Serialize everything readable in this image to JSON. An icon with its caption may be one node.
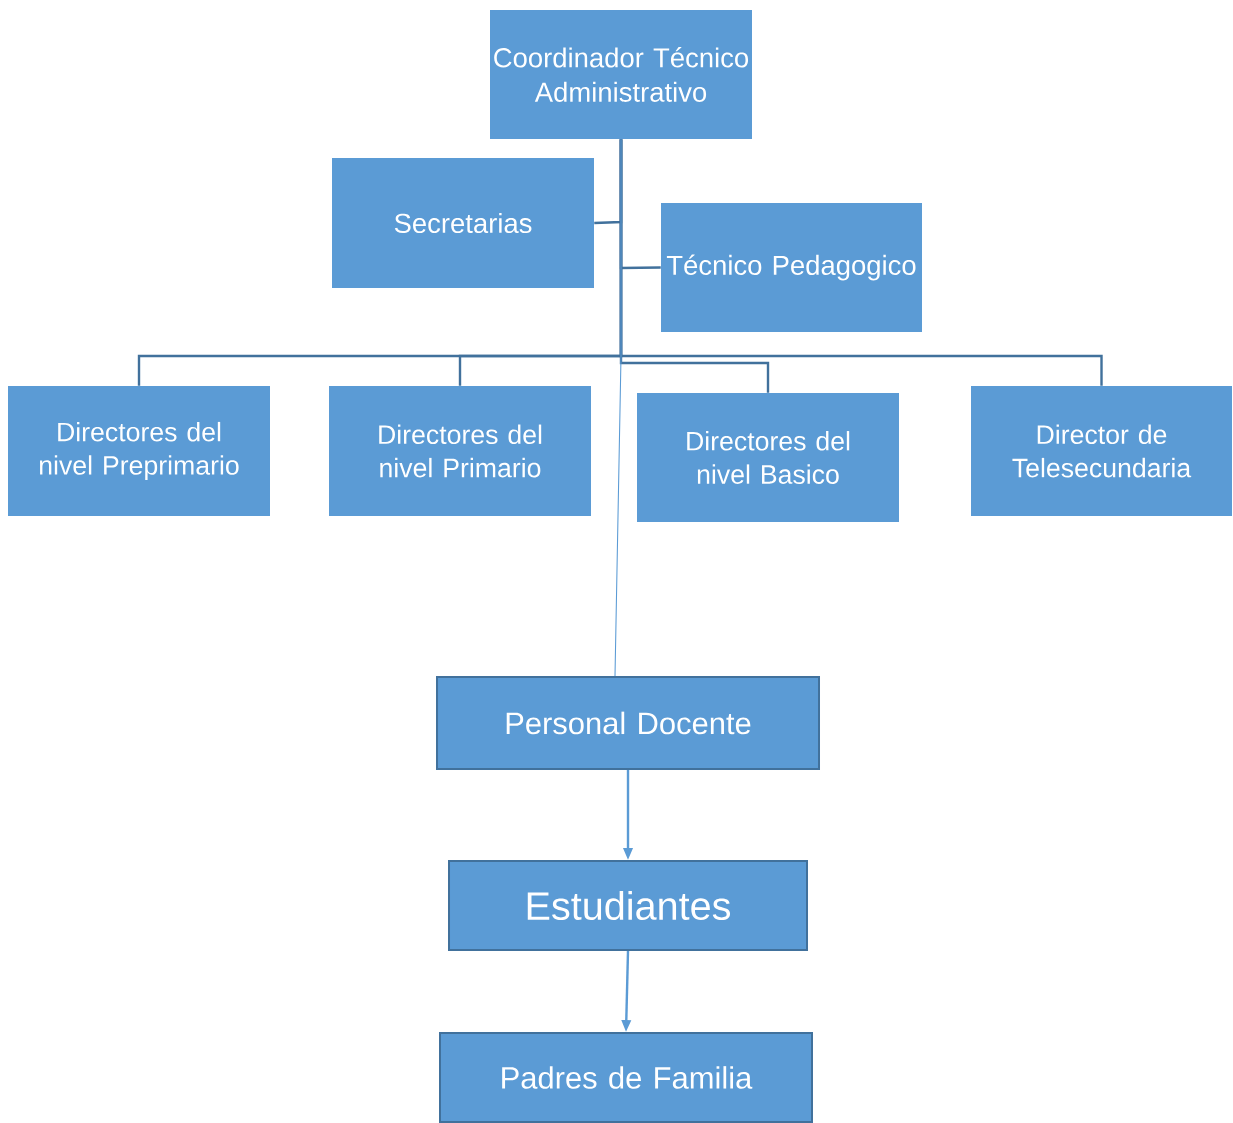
{
  "diagram": {
    "nodes": [
      {
        "text": [
          "Coordinador Técnico Administrativo"
        ]
      },
      {
        "text": [
          "Secretarias"
        ]
      },
      {
        "text": [
          "Técnico Pedagogico"
        ]
      },
      {
        "text": [
          "Directores del nivel Preprimario"
        ]
      },
      {
        "text": [
          "Directores del nivel Primario"
        ]
      },
      {
        "text": [
          "Directores del nivel Basico"
        ]
      },
      {
        "text": [
          "Director de Telesecundaria"
        ]
      },
      {
        "text": [
          "Personal Docente"
        ]
      },
      {
        "text": [
          "Estudiantes"
        ]
      },
      {
        "text": [
          "Padres de Familia"
        ]
      }
    ],
    "edges": [
      {
        "from": 0,
        "to": 1,
        "arrow": "none"
      },
      {
        "from": 0,
        "to": 2,
        "arrow": "none"
      },
      {
        "from": 0,
        "to": 3,
        "arrow": "none"
      },
      {
        "from": 0,
        "to": 4,
        "arrow": "none"
      },
      {
        "from": 0,
        "to": 5,
        "arrow": "none"
      },
      {
        "from": 0,
        "to": 6,
        "arrow": "none"
      },
      {
        "from": 0,
        "to": 7,
        "arrow": "none",
        "color": "#5b9bd5"
      },
      {
        "from": 7,
        "to": 8,
        "arrow": "to",
        "color": "#5b9bd5"
      },
      {
        "from": 8,
        "to": 9,
        "arrow": "to",
        "color": "#5b9bd5"
      }
    ]
  }
}
